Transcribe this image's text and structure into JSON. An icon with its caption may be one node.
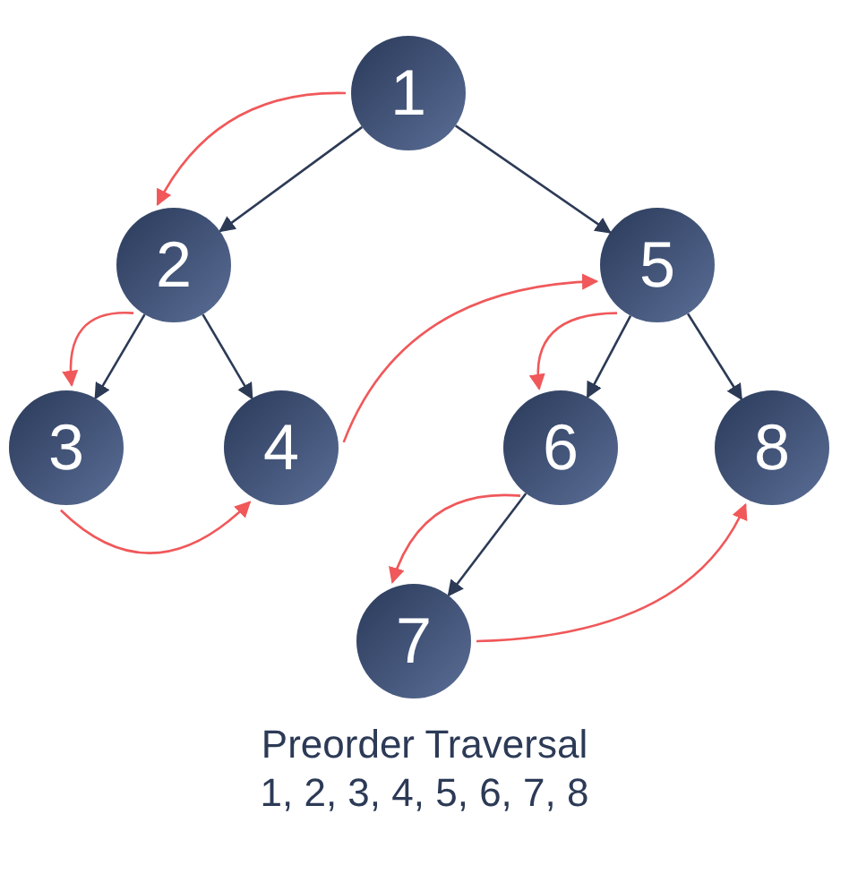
{
  "diagram": {
    "caption": "Preorder Traversal",
    "nodes": [
      {
        "text": [
          "1"
        ]
      },
      {
        "text": [
          "2"
        ]
      },
      {
        "text": [
          "5"
        ]
      },
      {
        "text": [
          "3"
        ]
      },
      {
        "text": [
          "4"
        ]
      },
      {
        "text": [
          "6"
        ]
      },
      {
        "text": [
          "8"
        ]
      },
      {
        "text": [
          "7"
        ]
      }
    ],
    "edges": [
      {
        "from": 0,
        "to": 1,
        "arrow": "to"
      },
      {
        "from": 0,
        "to": 2,
        "arrow": "to"
      },
      {
        "from": 1,
        "to": 3,
        "arrow": "to"
      },
      {
        "from": 1,
        "to": 4,
        "arrow": "to"
      },
      {
        "from": 2,
        "to": 5,
        "arrow": "to"
      },
      {
        "from": 2,
        "to": 6,
        "arrow": "to"
      },
      {
        "from": 5,
        "to": 7,
        "arrow": "to"
      },
      {
        "from": 0,
        "to": 1,
        "arrow": "to",
        "color": "#f0585a"
      },
      {
        "from": 1,
        "to": 3,
        "arrow": "to",
        "color": "#f0585a"
      },
      {
        "from": 3,
        "to": 4,
        "arrow": "to",
        "color": "#f0585a"
      },
      {
        "from": 4,
        "to": 2,
        "arrow": "to",
        "color": "#f0585a"
      },
      {
        "from": 2,
        "to": 5,
        "arrow": "to",
        "color": "#f0585a"
      },
      {
        "from": 5,
        "to": 7,
        "arrow": "to",
        "color": "#f0585a"
      },
      {
        "from": 7,
        "to": 6,
        "arrow": "to",
        "color": "#f0585a"
      }
    ],
    "labels": [
      "1, 2, 3, 4, 5, 6, 7, 8"
    ]
  }
}
